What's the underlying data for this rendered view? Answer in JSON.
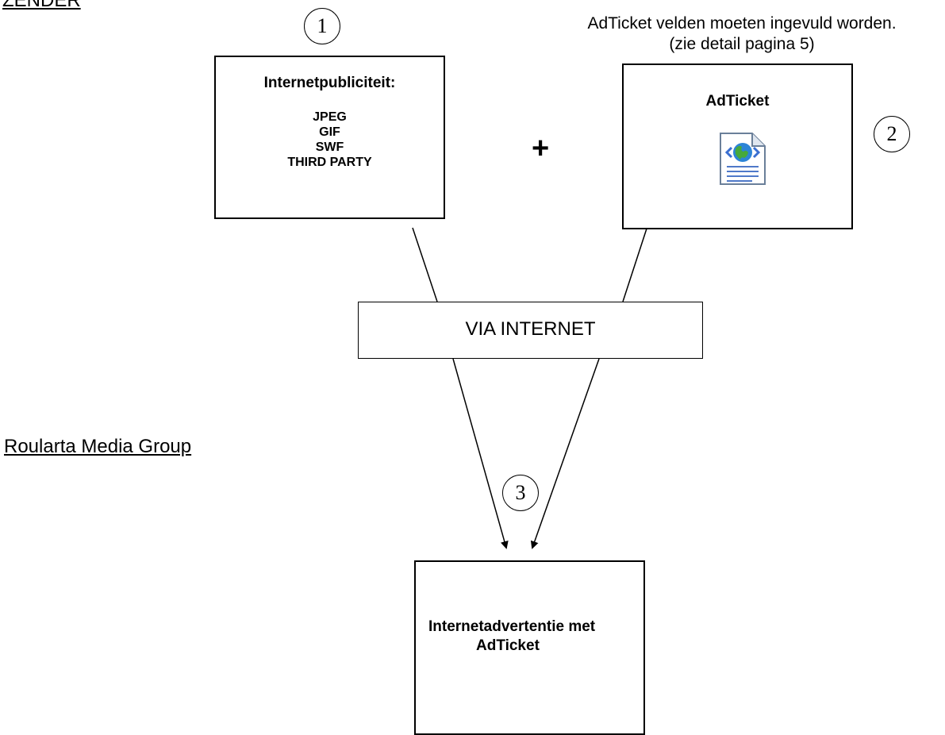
{
  "labels": {
    "sender": "ZENDER",
    "receiver": "Roularta Media Group"
  },
  "note": {
    "line1": "AdTicket velden moeten ingevuld worden.",
    "line2": "(zie detail pagina 5)"
  },
  "box_internet": {
    "title": "Internetpubliciteit:",
    "formats": [
      "JPEG",
      "GIF",
      "SWF",
      "THIRD PARTY"
    ]
  },
  "plus": "+",
  "box_adticket": {
    "title": "AdTicket",
    "icon": "web-document-icon"
  },
  "via": "VIA INTERNET",
  "box_result": {
    "line1": "Internetadvertentie met",
    "line2": "AdTicket"
  },
  "steps": [
    "1",
    "2",
    "3"
  ]
}
